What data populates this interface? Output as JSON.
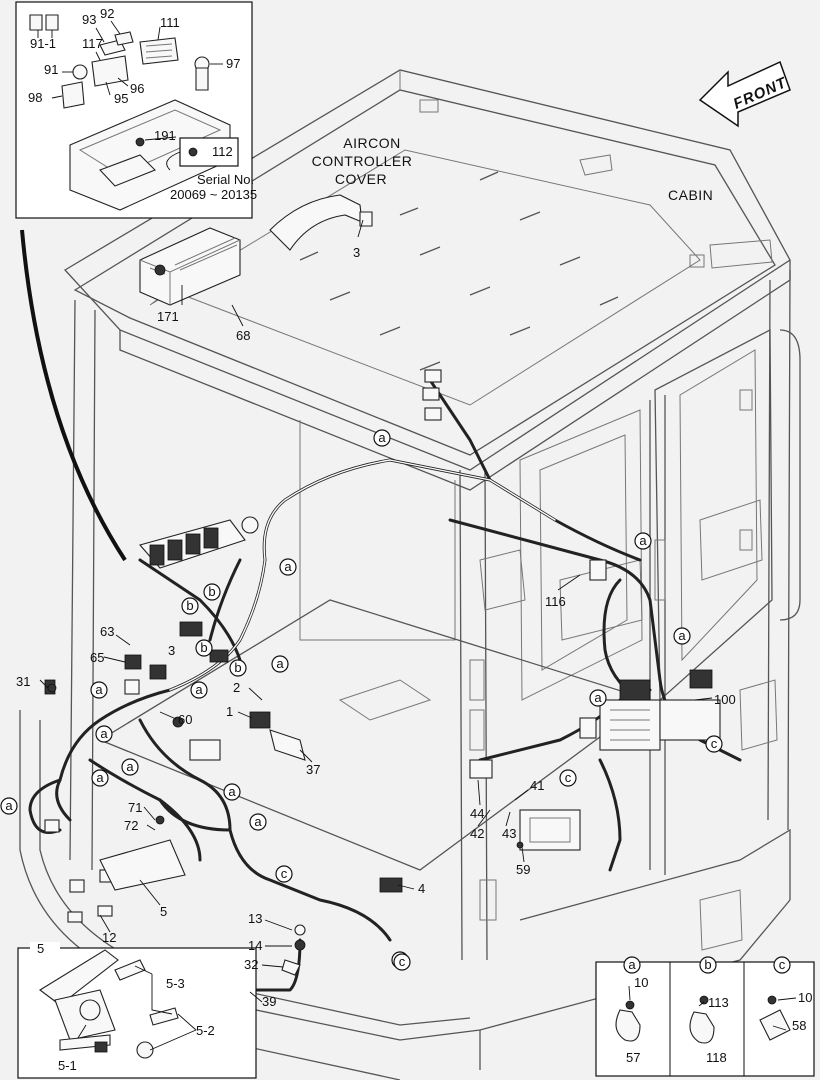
{
  "diagram": {
    "direction_label": "FRONT",
    "notes": {
      "aircon": [
        "AIRCON",
        "CONTROLLER",
        "COVER"
      ],
      "cabin": "CABIN",
      "serial_title": "Serial No.",
      "serial_range": "20069 ~ 20135"
    },
    "inset_top": {
      "labels": [
        "91-1",
        "91",
        "98",
        "93",
        "92",
        "117",
        "95",
        "96",
        "111",
        "97",
        "191",
        "112"
      ]
    },
    "inset_pedal": {
      "title": "5",
      "labels": [
        "5-3",
        "5-2",
        "5-1"
      ]
    },
    "inset_clamps": {
      "tags": [
        "a",
        "b",
        "c"
      ],
      "labels": [
        "10",
        "57",
        "113",
        "118",
        "10",
        "58"
      ]
    },
    "main_labels": [
      "3",
      "171",
      "68",
      "116",
      "63",
      "65",
      "3",
      "31",
      "2",
      "1",
      "60",
      "37",
      "100",
      "44",
      "41",
      "42",
      "43",
      "59",
      "71",
      "72",
      "5",
      "4",
      "12",
      "13",
      "14",
      "32",
      "39"
    ],
    "main_tags": [
      "a",
      "a",
      "a",
      "a",
      "a",
      "a",
      "a",
      "a",
      "a",
      "a",
      "a",
      "a",
      "a",
      "a",
      "b",
      "b",
      "b",
      "b",
      "c",
      "c",
      "c",
      "c",
      "c"
    ]
  }
}
